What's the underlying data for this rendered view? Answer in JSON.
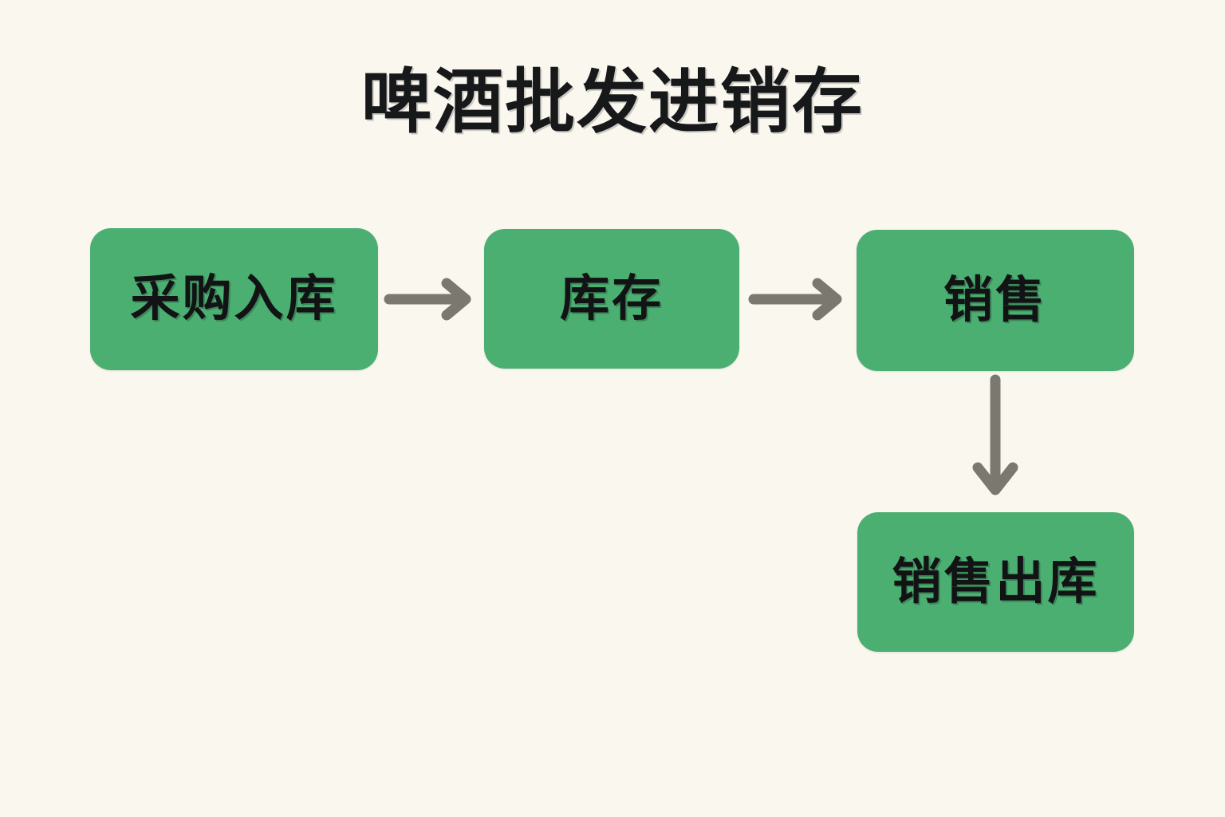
{
  "page": {
    "title": "啤酒批发进销存",
    "background_color": "#faf7ef"
  },
  "theme": {
    "node_fill": "#4caf72",
    "node_text_color": "#121314",
    "arrow_color": "#7b786f",
    "title_color": "#17181a"
  },
  "diagram": {
    "type": "flowchart",
    "nodes": [
      {
        "id": "purchase-in",
        "label": "采购入库"
      },
      {
        "id": "inventory",
        "label": "库存"
      },
      {
        "id": "sales",
        "label": "销售"
      },
      {
        "id": "sales-out",
        "label": "销售出库"
      }
    ],
    "edges": [
      {
        "from": "purchase-in",
        "to": "inventory",
        "direction": "right"
      },
      {
        "from": "inventory",
        "to": "sales",
        "direction": "right"
      },
      {
        "from": "sales",
        "to": "sales-out",
        "direction": "down"
      }
    ]
  }
}
